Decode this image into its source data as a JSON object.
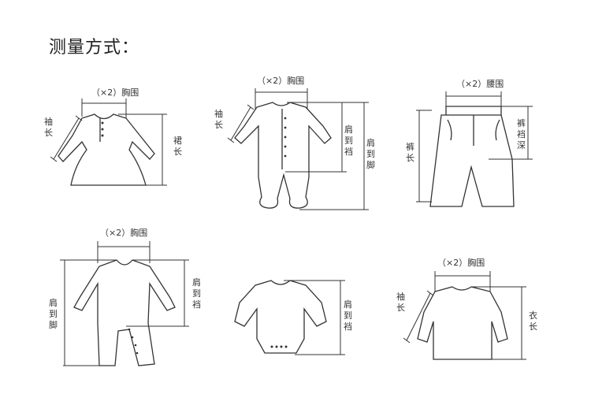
{
  "title": "测量方式：",
  "labels": {
    "chest_x2": "（×2）胸围",
    "waist_x2": "（×2）腰围",
    "sleeve": [
      "袖",
      "长"
    ],
    "skirt_len": [
      "裙",
      "长"
    ],
    "shoulder_crotch": [
      "肩",
      "到",
      "裆"
    ],
    "shoulder_foot": [
      "肩",
      "到",
      "脚"
    ],
    "pant_len": [
      "裤",
      "长"
    ],
    "rise": [
      "裤",
      "裆",
      "深"
    ],
    "body_len": [
      "衣",
      "长"
    ]
  }
}
